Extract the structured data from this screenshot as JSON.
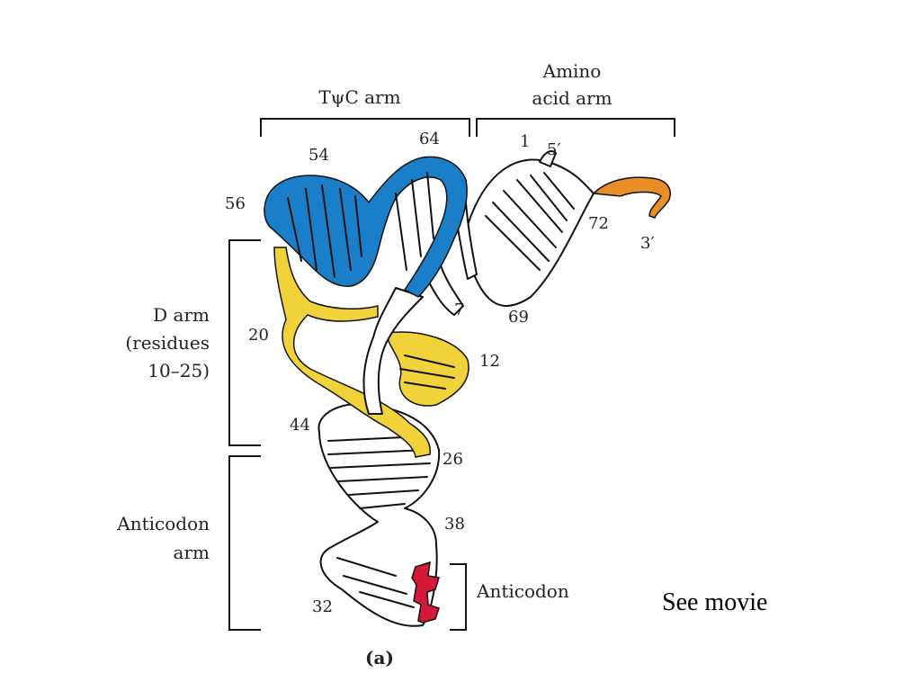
{
  "labels": {
    "tpsic_arm": "TψC arm",
    "amino_acid_arm_line1": "Amino",
    "amino_acid_arm_line2": "acid arm",
    "d_arm_line1": "D arm",
    "d_arm_line2": "(residues",
    "d_arm_line3": "10–25)",
    "anticodon_arm_line1": "Anticodon",
    "anticodon_arm_line2": "arm",
    "anticodon": "Anticodon",
    "panel": "(a)",
    "see_movie": "See movie"
  },
  "residue_numbers": {
    "n1": "1",
    "n5prime": "5′",
    "n3prime": "3′",
    "n54": "54",
    "n64": "64",
    "n56": "56",
    "n72": "72",
    "n7": "7",
    "n69": "69",
    "n20": "20",
    "n12": "12",
    "n44": "44",
    "n26": "26",
    "n38": "38",
    "n32": "32"
  },
  "colors": {
    "tpsic_arm": "#1a7fc8",
    "d_arm": "#f2d23a",
    "acceptor_end": "#e98d27",
    "anticodon": "#d3183a",
    "backbone": "#ffffff",
    "outline": "#111111"
  }
}
